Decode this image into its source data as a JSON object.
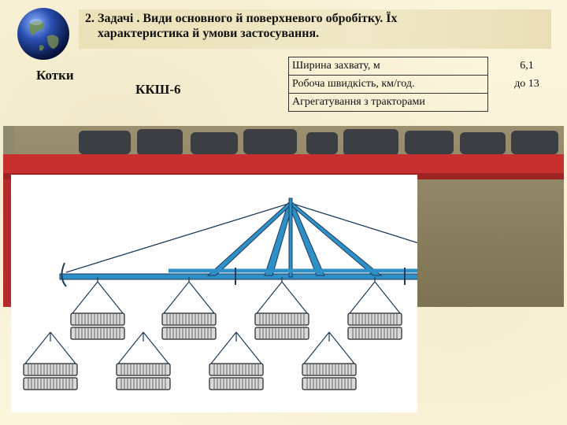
{
  "slide": {
    "title_line1": "2. Задачі . Види основного й поверхневого обробітку. Їх",
    "title_line2": "характеристика й умови застосування.",
    "category_label": "Котки",
    "model_label": "ККШ-6"
  },
  "specs": [
    {
      "label": "Ширина захвату, м",
      "value": "6,1"
    },
    {
      "label": "Робоча швидкість, км/год.",
      "value": "до 13"
    },
    {
      "label": "Агрегатування з тракторами",
      "value": ""
    }
  ],
  "colors": {
    "frame_blue": "#2f8fc7",
    "frame_outline": "#1d3b5a",
    "photo_red": "#c8302f"
  },
  "icons": {
    "globe": "globe-icon"
  }
}
